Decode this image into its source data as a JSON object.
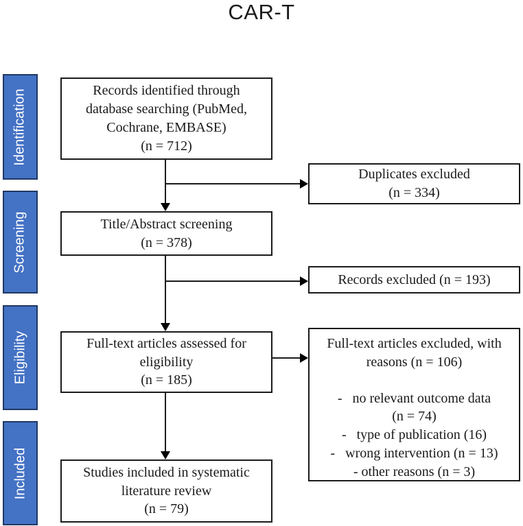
{
  "title": "CAR-T",
  "colors": {
    "stage_fill": "#4472C4",
    "stage_border": "#203864",
    "stage_text": "#FFFFFF",
    "box_border": "#1A1A1A",
    "arrow": "#000000",
    "background": "#FFFFFF"
  },
  "sidebar": {
    "stages": [
      {
        "label": "Identification"
      },
      {
        "label": "Screening"
      },
      {
        "label": "Eligibility"
      },
      {
        "label": "Included"
      }
    ]
  },
  "flow": {
    "records_identified": {
      "text": "Records identified through\ndatabase searching (PubMed,\nCochrane, EMBASE)\n(n = 712)"
    },
    "title_abstract_screening": {
      "text": "Title/Abstract screening\n(n = 378)"
    },
    "full_text_assessed": {
      "text": "Full-text articles assessed for\neligibility\n(n = 185)"
    },
    "studies_included": {
      "text": "Studies included in systematic\nliterature review\n(n = 79)"
    }
  },
  "exclusions": {
    "duplicates": {
      "text": "Duplicates excluded\n(n = 334)"
    },
    "records_excluded": {
      "text": "Records excluded (n = 193)"
    },
    "full_text_excluded": {
      "header": "Full-text articles excluded, with\nreasons (n = 106)",
      "reasons": "-   no relevant outcome data\n(n = 74)\n-   type of publication (16)\n-   wrong intervention (n = 13)\n- other reasons (n = 3)"
    }
  }
}
